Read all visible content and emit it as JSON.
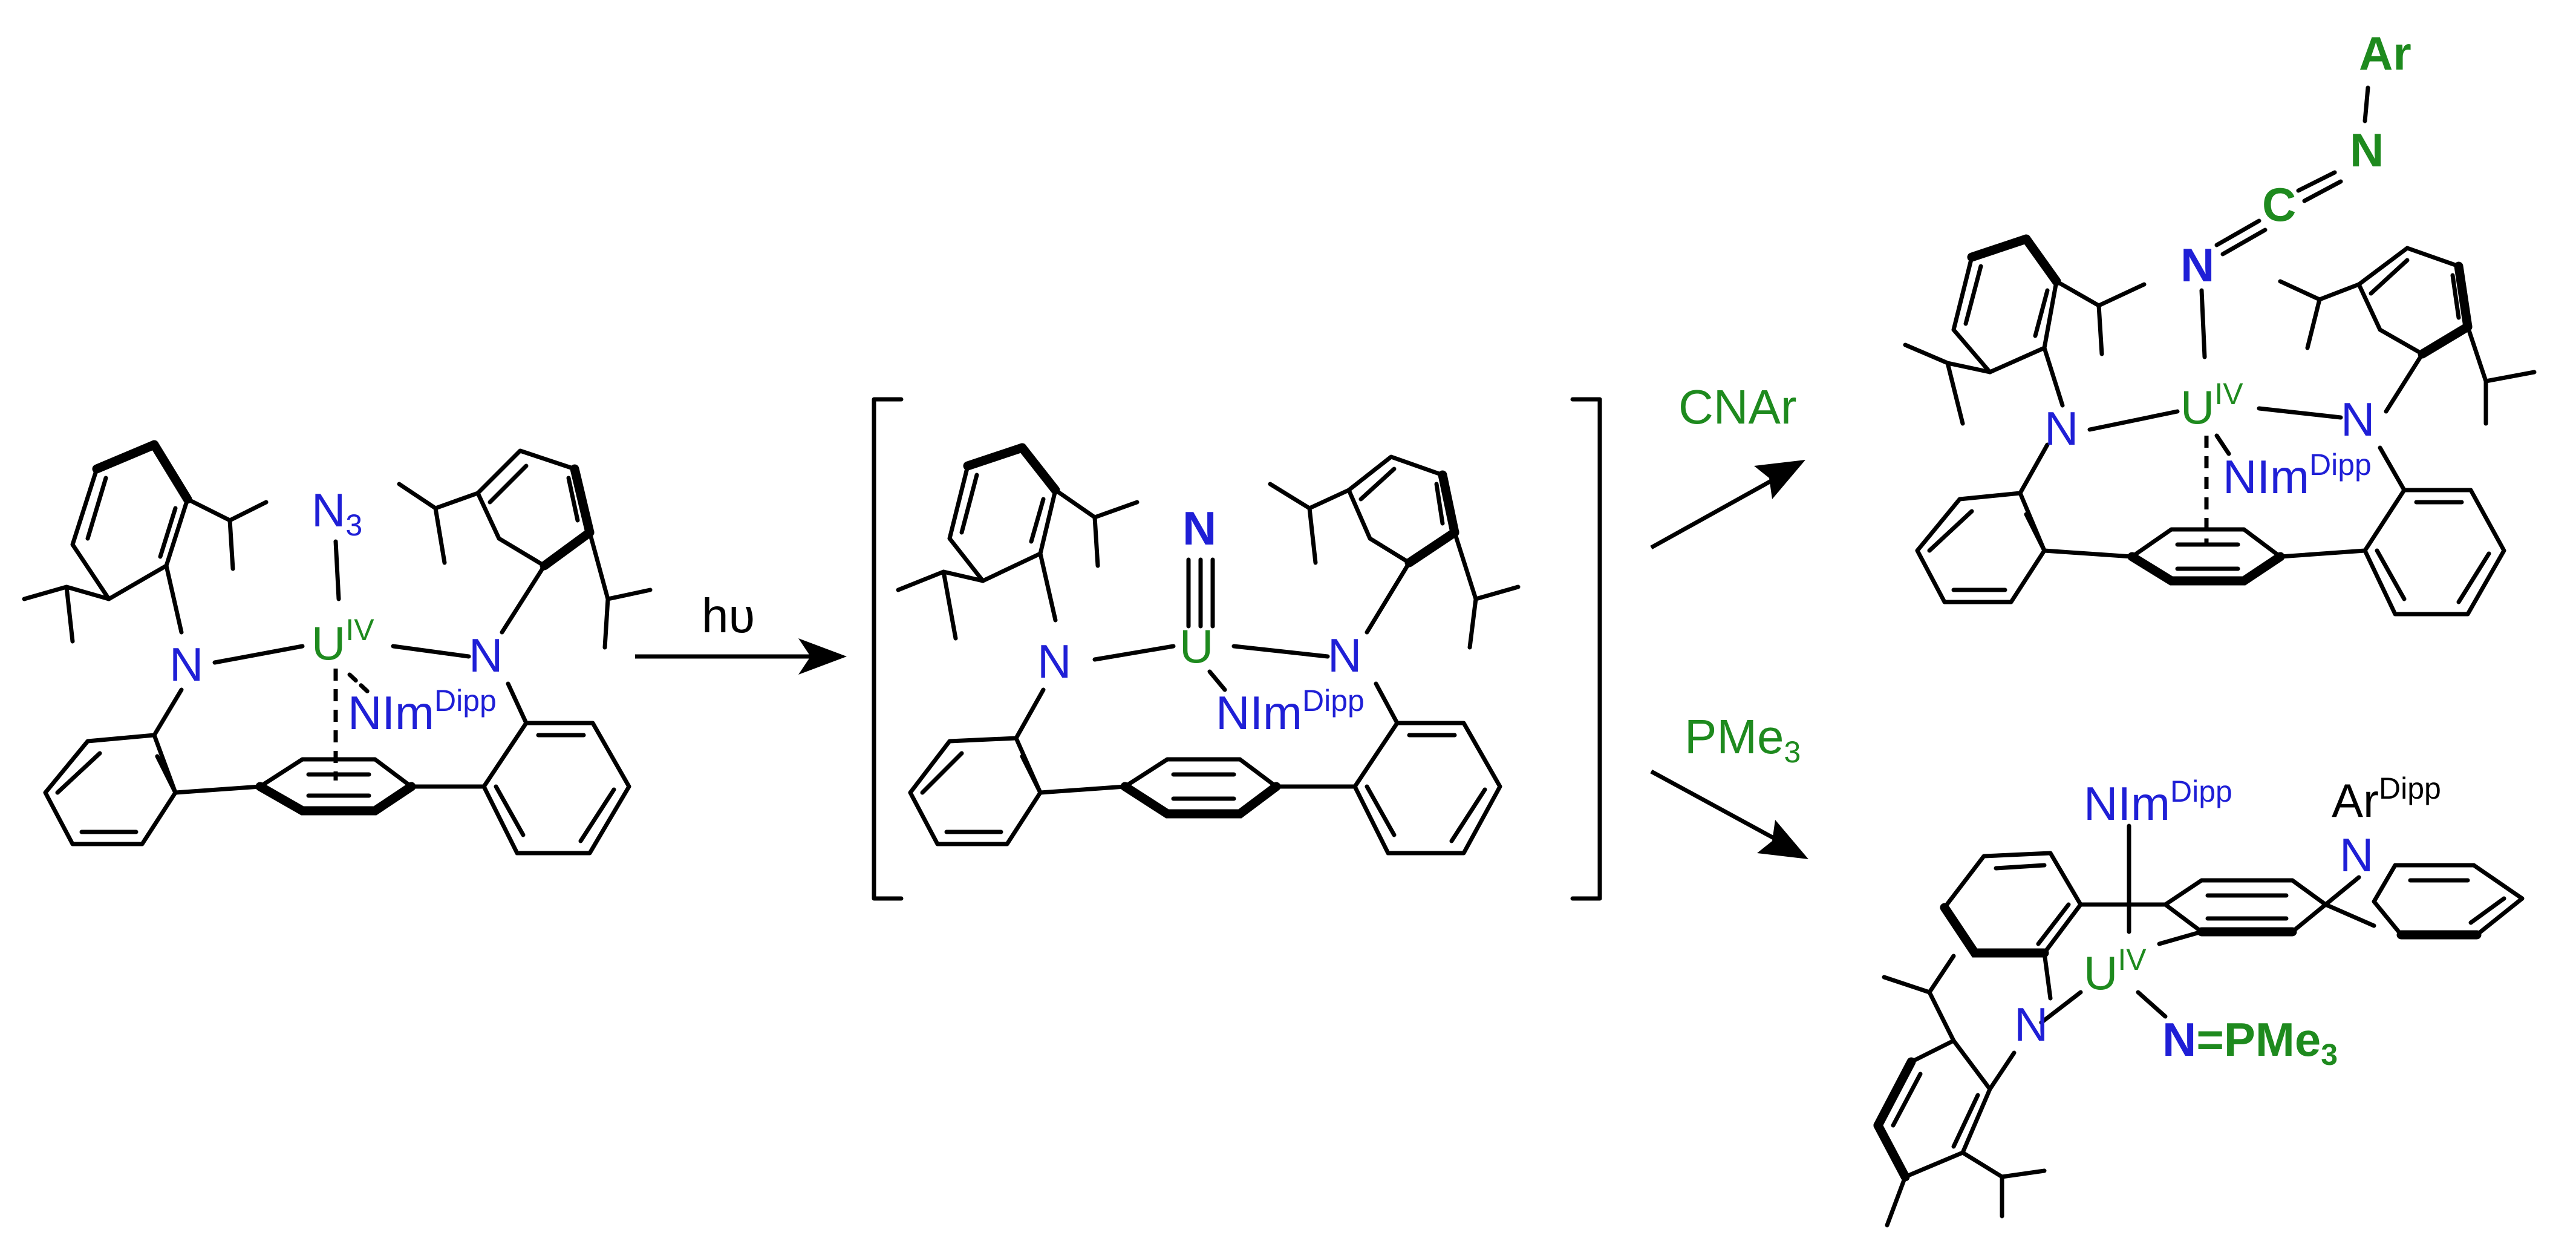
{
  "colors": {
    "nitrogen": "#1f1fd6",
    "uranium": "#1e8a1e",
    "reagent": "#1e8a1e",
    "bond": "#000000"
  },
  "labels": {
    "N": "N",
    "U": "U",
    "N3_N": "N",
    "N3_sub": "3",
    "oxidation": "IV",
    "NIm": "NIm",
    "Dipp": "Dipp",
    "Ar": "Ar",
    "C": "C",
    "eq": "=",
    "nitride": "N",
    "PMe": "PMe",
    "three": "3"
  },
  "arrows": {
    "photolysis": "hυ",
    "reagent_top": "CNAr",
    "reagent_bottom_main": "PMe",
    "reagent_bottom_sub": "3"
  }
}
